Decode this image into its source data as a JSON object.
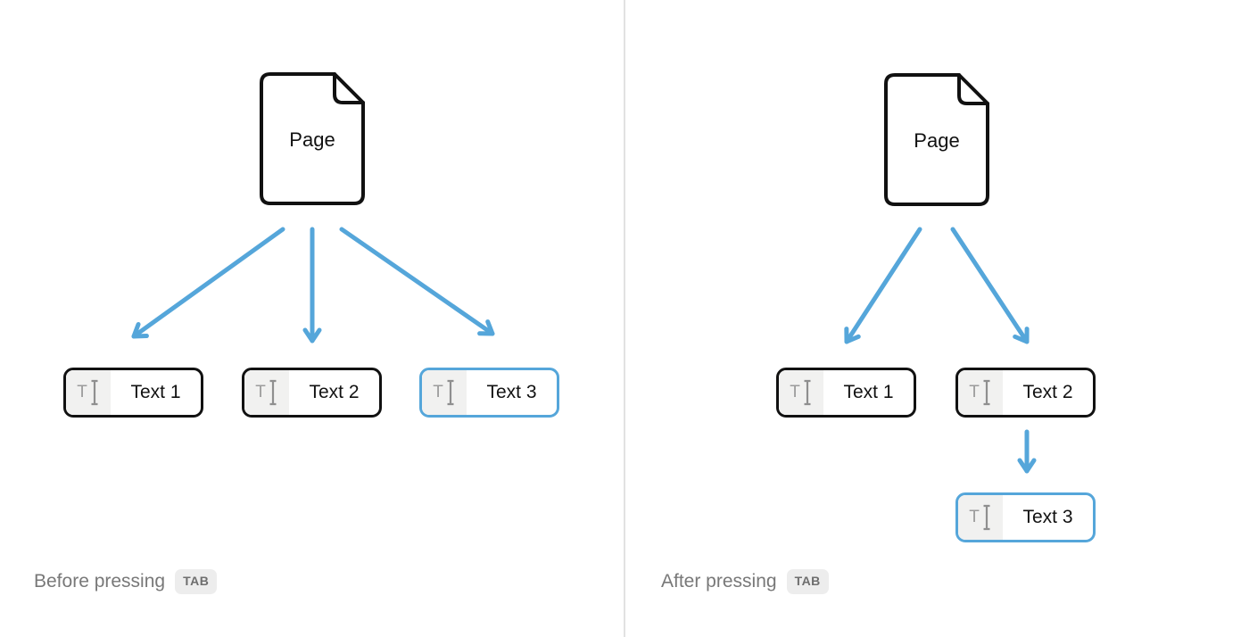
{
  "colors": {
    "accent_blue": "#55A6DA",
    "outline_black": "#111111",
    "divider_gray": "#E2E2E2",
    "icon_gray": "#9B9B9B",
    "icon_bg": "#F1F1F0",
    "caption_gray": "#787878",
    "badge_bg": "#EDEDED",
    "badge_text": "#6E6E6E"
  },
  "icons": {
    "text_block_glyph": "T"
  },
  "panels": [
    {
      "name": "before",
      "page_label": "Page",
      "blocks": [
        {
          "label": "Text 1",
          "selected": false
        },
        {
          "label": "Text 2",
          "selected": false
        },
        {
          "label": "Text 3",
          "selected": true
        }
      ],
      "caption": {
        "text": "Before pressing",
        "key": "TAB"
      }
    },
    {
      "name": "after",
      "page_label": "Page",
      "blocks": [
        {
          "label": "Text 1",
          "selected": false
        },
        {
          "label": "Text 2",
          "selected": false
        },
        {
          "label": "Text 3",
          "selected": true
        }
      ],
      "caption": {
        "text": "After pressing",
        "key": "TAB"
      }
    }
  ]
}
